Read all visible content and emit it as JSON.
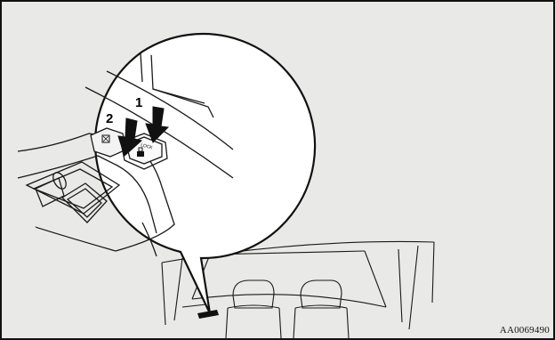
{
  "figure": {
    "callouts": [
      "1",
      "2"
    ],
    "lock_button_text": "LOCK",
    "reference_code": "AA0069490",
    "colors": {
      "background": "#e9e9e7",
      "frame": "#111111",
      "line": "#1a1a1a",
      "magnifier_fill": "#ffffff"
    },
    "icons": [
      "window-lock-switch-icon",
      "down-arrow-icon",
      "car-seat-icon"
    ]
  }
}
